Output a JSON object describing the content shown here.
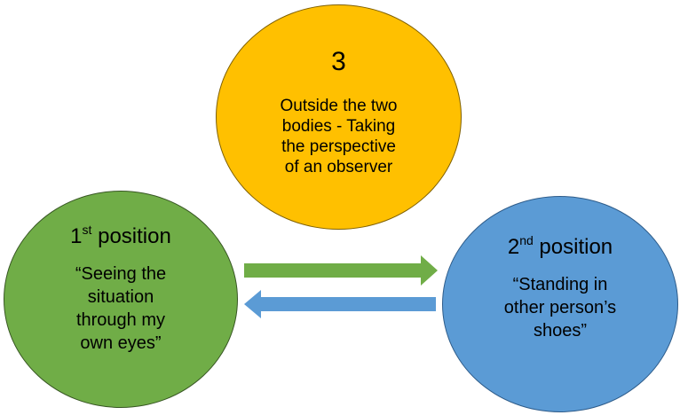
{
  "colors": {
    "third": "#ffc000",
    "first": "#70ad47",
    "second": "#5b9bd5",
    "arrow_right": "#70ad47",
    "arrow_left": "#5b9bd5"
  },
  "third": {
    "number": "3",
    "text": "Outside the two\nbodies - Taking\nthe perspective\nof an observer"
  },
  "first": {
    "ordinal": "1",
    "suffix": "st",
    "label": " position",
    "text": "“Seeing the\nsituation\nthrough my\nown eyes”"
  },
  "second": {
    "ordinal": "2",
    "suffix": "nd",
    "label": " position",
    "text": "“Standing in\nother person’s\nshoes”"
  }
}
